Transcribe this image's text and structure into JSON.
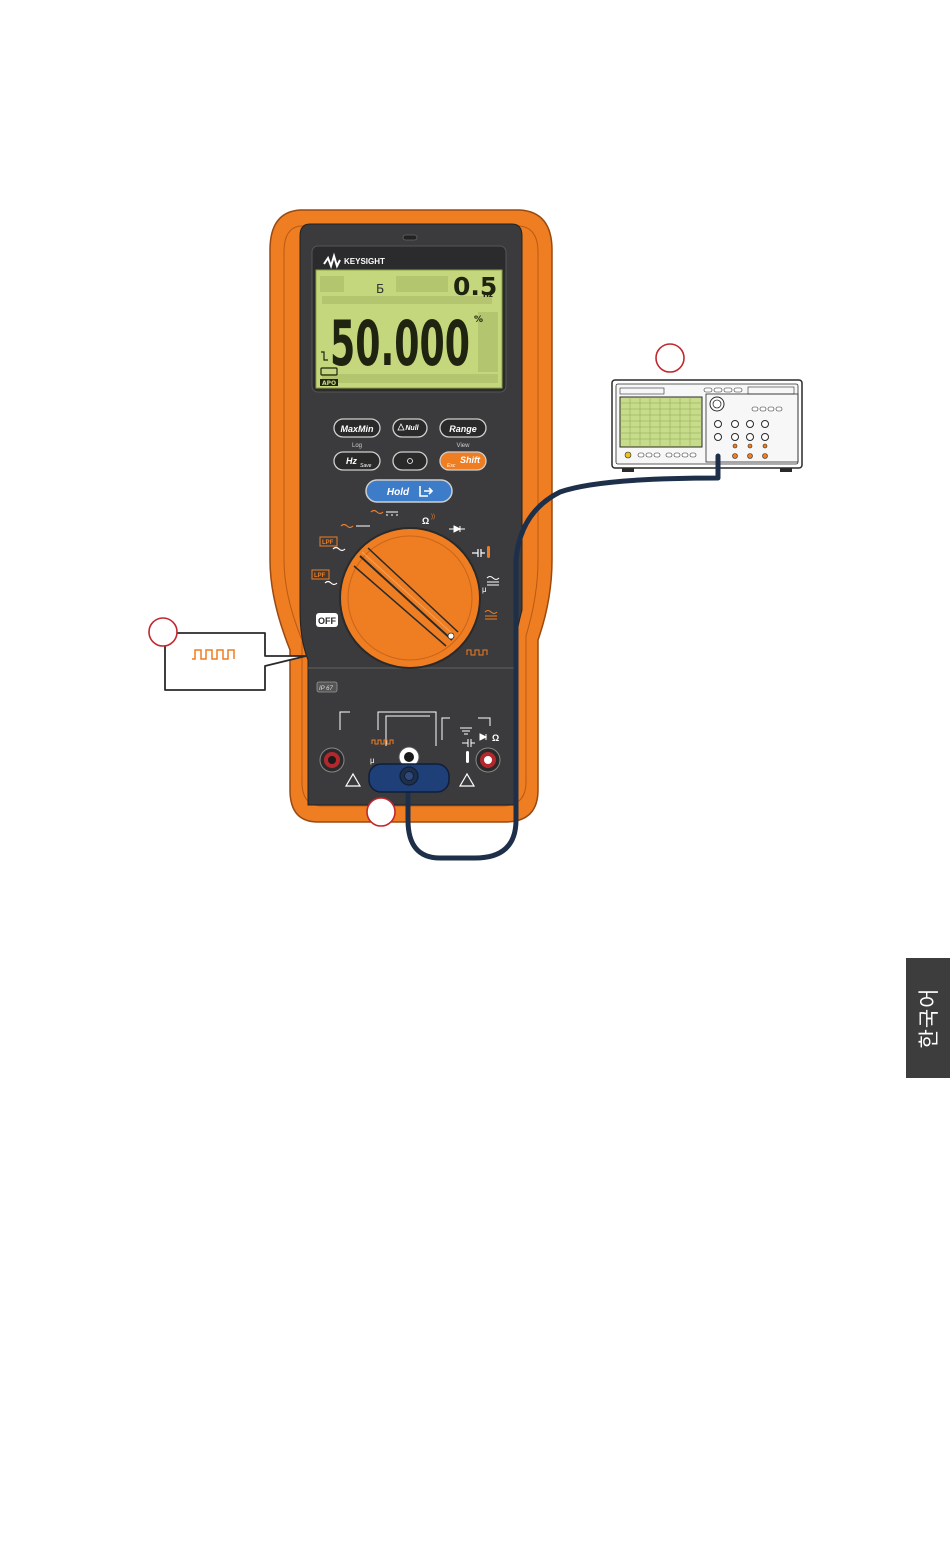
{
  "brand": "KEYSIGHT",
  "display": {
    "secondary_value": "0.5",
    "secondary_unit": "Hz",
    "primary_value": "50.000",
    "primary_unit": "%",
    "apo_label": "APO"
  },
  "keys": {
    "maxmin": "MaxMin",
    "maxmin_sub": "Log",
    "null": "Null",
    "range": "Range",
    "range_sub": "View",
    "hz": "Hz",
    "hz_sub": "Save",
    "shift": "Shift",
    "shift_sub": "Esc",
    "hold": "Hold"
  },
  "dial": {
    "off_label": "OFF",
    "lpf_label": "LPF",
    "ohm_label": "Ω"
  },
  "terminals": {
    "ip_rating": "IP 67",
    "ohm_label": "Ω"
  },
  "language_tab": "한국어",
  "colors": {
    "body_orange": "#ef7d22",
    "panel_dark": "#3b3b3d",
    "lcd_green": "#c5d77d",
    "cable_navy": "#1e2f4a",
    "marker_red": "#c0282e"
  }
}
